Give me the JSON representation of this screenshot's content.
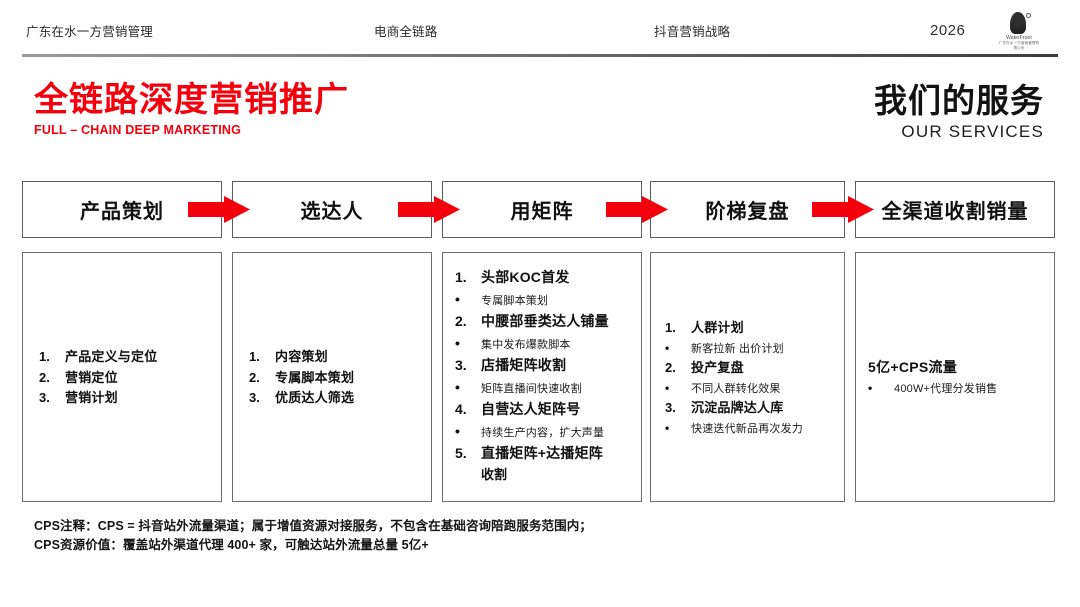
{
  "header": {
    "company": "广东在水一方营销管理",
    "topic": "电商全链路",
    "strategy": "抖音营销战略",
    "year": "2026",
    "logo_name": "WaterFront",
    "logo_sub": "广东在水一方营销管理有限公司"
  },
  "title": {
    "left_cn": "全链路深度营销推广",
    "left_en": "FULL – CHAIN DEEP MARKETING",
    "right_cn": "我们的服务",
    "right_en": "OUR SERVICES"
  },
  "accent_color": "#f4000c",
  "arrow_color": "#f4000c",
  "stages": [
    {
      "head": "产品策划",
      "items": [
        {
          "marker": "1.",
          "type": "num",
          "text": "产品定义与定位"
        },
        {
          "marker": "2.",
          "type": "num",
          "text": "营销定位"
        },
        {
          "marker": "3.",
          "type": "num",
          "text": "营销计划"
        }
      ]
    },
    {
      "head": "选达人",
      "items": [
        {
          "marker": "1.",
          "type": "num",
          "text": "内容策划"
        },
        {
          "marker": "2.",
          "type": "num",
          "text": "专属脚本策划"
        },
        {
          "marker": "3.",
          "type": "num",
          "text": "优质达人筛选"
        }
      ]
    },
    {
      "head": "用矩阵",
      "items": [
        {
          "marker": "1.",
          "type": "num",
          "text": "头部KOC首发"
        },
        {
          "marker": "•",
          "type": "bullet",
          "text": "专属脚本策划"
        },
        {
          "marker": "2.",
          "type": "num",
          "text": "中腰部垂类达人铺量"
        },
        {
          "marker": "•",
          "type": "bullet",
          "text": "集中发布爆款脚本"
        },
        {
          "marker": "3.",
          "type": "num",
          "text": "店播矩阵收割"
        },
        {
          "marker": "•",
          "type": "bullet",
          "text": "矩阵直播间快速收割"
        },
        {
          "marker": "4.",
          "type": "num",
          "text": "自营达人矩阵号"
        },
        {
          "marker": "•",
          "type": "bullet",
          "text": "持续生产内容，扩大声量"
        },
        {
          "marker": "5.",
          "type": "num",
          "text": "直播矩阵+达播矩阵"
        },
        {
          "marker": "",
          "type": "cont",
          "text": "收割"
        }
      ]
    },
    {
      "head": "阶梯复盘",
      "items": [
        {
          "marker": "1.",
          "type": "num",
          "text": "人群计划"
        },
        {
          "marker": "•",
          "type": "bullet",
          "text": "新客拉新 出价计划"
        },
        {
          "marker": "2.",
          "type": "num",
          "text": "投产复盘"
        },
        {
          "marker": "•",
          "type": "bullet",
          "text": "不同人群转化效果"
        },
        {
          "marker": "3.",
          "type": "num",
          "text": "沉淀品牌达人库"
        },
        {
          "marker": "•",
          "type": "bullet",
          "text": "快速迭代新品再次发力"
        }
      ]
    },
    {
      "head": "全渠道收割销量",
      "headline": "5亿+CPS流量",
      "items": [
        {
          "marker": "•",
          "type": "bullet",
          "text": "400W+代理分发销售"
        }
      ]
    }
  ],
  "footnotes": [
    "CPS注释：CPS = 抖音站外流量渠道；属于增值资源对接服务，不包含在基础咨询陪跑服务范围内；",
    "CPS资源价值：覆盖站外渠道代理 400+ 家，可触达站外流量总量 5亿+"
  ]
}
